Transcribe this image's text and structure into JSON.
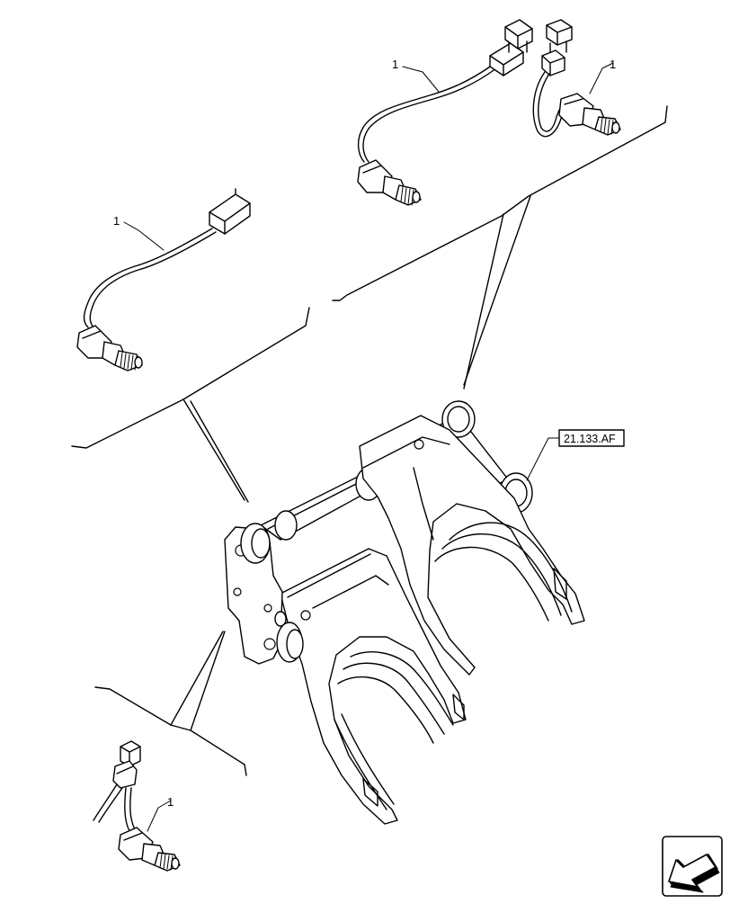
{
  "callouts": {
    "top_middle_sensor": "1",
    "top_right_sensor": "1",
    "left_sensor": "1",
    "bottom_left_sensor": "1"
  },
  "reference": {
    "label": "21.133.AF"
  },
  "nav_button": {
    "icon": "arrow-icon"
  }
}
